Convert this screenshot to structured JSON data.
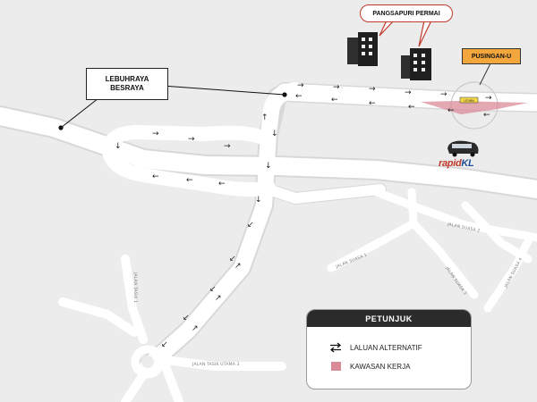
{
  "labels": {
    "highway": [
      "LEBUHRAYA",
      "BESRAYA"
    ],
    "apartments": "PANGSAPURI PERMAI",
    "u_turn": "PUSINGAN-U",
    "u_turn_sign": "UTURN"
  },
  "brand": {
    "part1": "rapid",
    "part2": "KL",
    "color1": "#c0392b",
    "color2": "#1d4f9c"
  },
  "streets": {
    "taik_1": "JALAN TASIK 1",
    "tasik_utama_3": "JALAN TASIK UTAMA 3",
    "suasa_1": "JALAN SUASA 1",
    "suasa_2": "JALAN SUASA 2",
    "suasa_3": "JALAN SUASA 3",
    "suasa_4": "JALAN SUASA 4"
  },
  "legend": {
    "title": "PETUNJUK",
    "items": [
      {
        "label": "LALUAN ALTERNATIF",
        "icon": "two-way-arrows-icon"
      },
      {
        "label": "KAWASAN KERJA",
        "icon": "work-zone-swatch",
        "color": "#d98b98"
      }
    ]
  },
  "colors": {
    "background": "#ececec",
    "road": "#ffffff",
    "callout_border": "#c0392b",
    "u_turn_fill": "#f2a63b",
    "work_zone": "#d98b98"
  }
}
